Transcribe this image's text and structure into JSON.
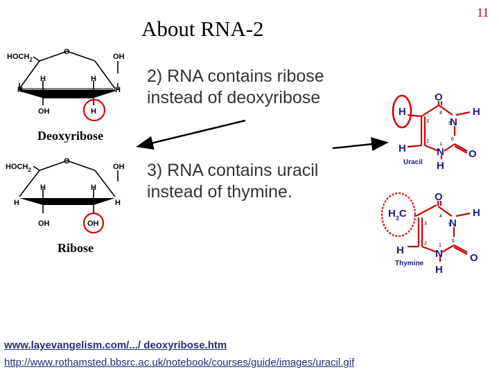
{
  "slide": {
    "title": "About RNA-2",
    "page_number": "11",
    "bullet_ribose": "2) RNA contains ribose instead of deoxyribose",
    "bullet_uracil": "3) RNA contains uracil instead of thymine."
  },
  "deoxyribose": {
    "caption": "Deoxyribose",
    "hoch2": "HOCH",
    "sub2": "2",
    "ring_o": "O",
    "oh_top": "OH",
    "h_left_out": "H",
    "h_left_in": "H",
    "h_right_in": "H",
    "h_right_out": "H",
    "oh_bottom": "OH",
    "h_bottom": "H"
  },
  "ribose": {
    "caption": "Ribose",
    "hoch2": "HOCH",
    "sub2": "2",
    "ring_o": "O",
    "oh_top": "OH",
    "h_left_out": "H",
    "h_left_in": "H",
    "h_right_in": "H",
    "h_right_out": "H",
    "oh_bottom": "OH",
    "oh_bottom2": "OH"
  },
  "uracil": {
    "label": "Uracil",
    "o_top": "O",
    "h_left_top": "H",
    "h_right": "H",
    "h_left_bottom": "H",
    "n3": "N",
    "n1": "N",
    "o_right": "O",
    "h_bottom": "H",
    "num_3": "3",
    "num_4": "4",
    "num_5": "5",
    "num_2": "2",
    "num_1": "1",
    "num_6": "6"
  },
  "thymine": {
    "label": "Thymine",
    "o_top": "O",
    "methyl": "H",
    "methyl_sub": "3",
    "methyl_c": "C",
    "h_right": "H",
    "h_left_bottom": "H",
    "n3": "N",
    "n1": "N",
    "o_right": "O",
    "h_bottom": "H",
    "num_3": "3",
    "num_4": "4",
    "num_5": "5",
    "num_2": "2",
    "num_1": "1",
    "num_6": "6"
  },
  "links": {
    "source_1": "www.layevangelism.com/.../ deoxyribose.htm",
    "source_2": "http://www.rothamsted.bbsrc.ac.uk/notebook/courses/guide/images/uracil.gif"
  },
  "colors": {
    "accent_red": "#e00000",
    "base_blue": "#1a1a8c",
    "bond_red": "#cc0000"
  }
}
